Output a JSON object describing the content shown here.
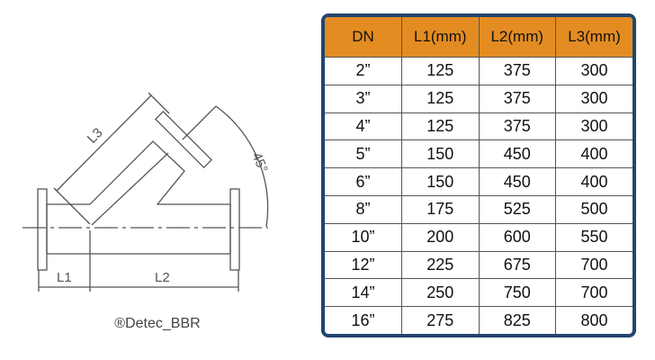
{
  "drawing": {
    "labels": {
      "l1": "L1",
      "l2": "L2",
      "l3": "L3",
      "angle": "45°"
    },
    "copyright": "®Detec_BBR"
  },
  "table": {
    "headers": [
      "DN",
      "L1(mm)",
      "L2(mm)",
      "L3(mm)"
    ],
    "rows": [
      [
        "2”",
        "125",
        "375",
        "300"
      ],
      [
        "3”",
        "125",
        "375",
        "300"
      ],
      [
        "4”",
        "125",
        "375",
        "300"
      ],
      [
        "5”",
        "150",
        "450",
        "400"
      ],
      [
        "6”",
        "150",
        "450",
        "400"
      ],
      [
        "8”",
        "175",
        "525",
        "500"
      ],
      [
        "10”",
        "200",
        "600",
        "550"
      ],
      [
        "12”",
        "225",
        "675",
        "700"
      ],
      [
        "14”",
        "250",
        "750",
        "700"
      ],
      [
        "16”",
        "275",
        "825",
        "800"
      ]
    ]
  },
  "colors": {
    "header_bg": "#e38c22",
    "border": "#22456f"
  }
}
